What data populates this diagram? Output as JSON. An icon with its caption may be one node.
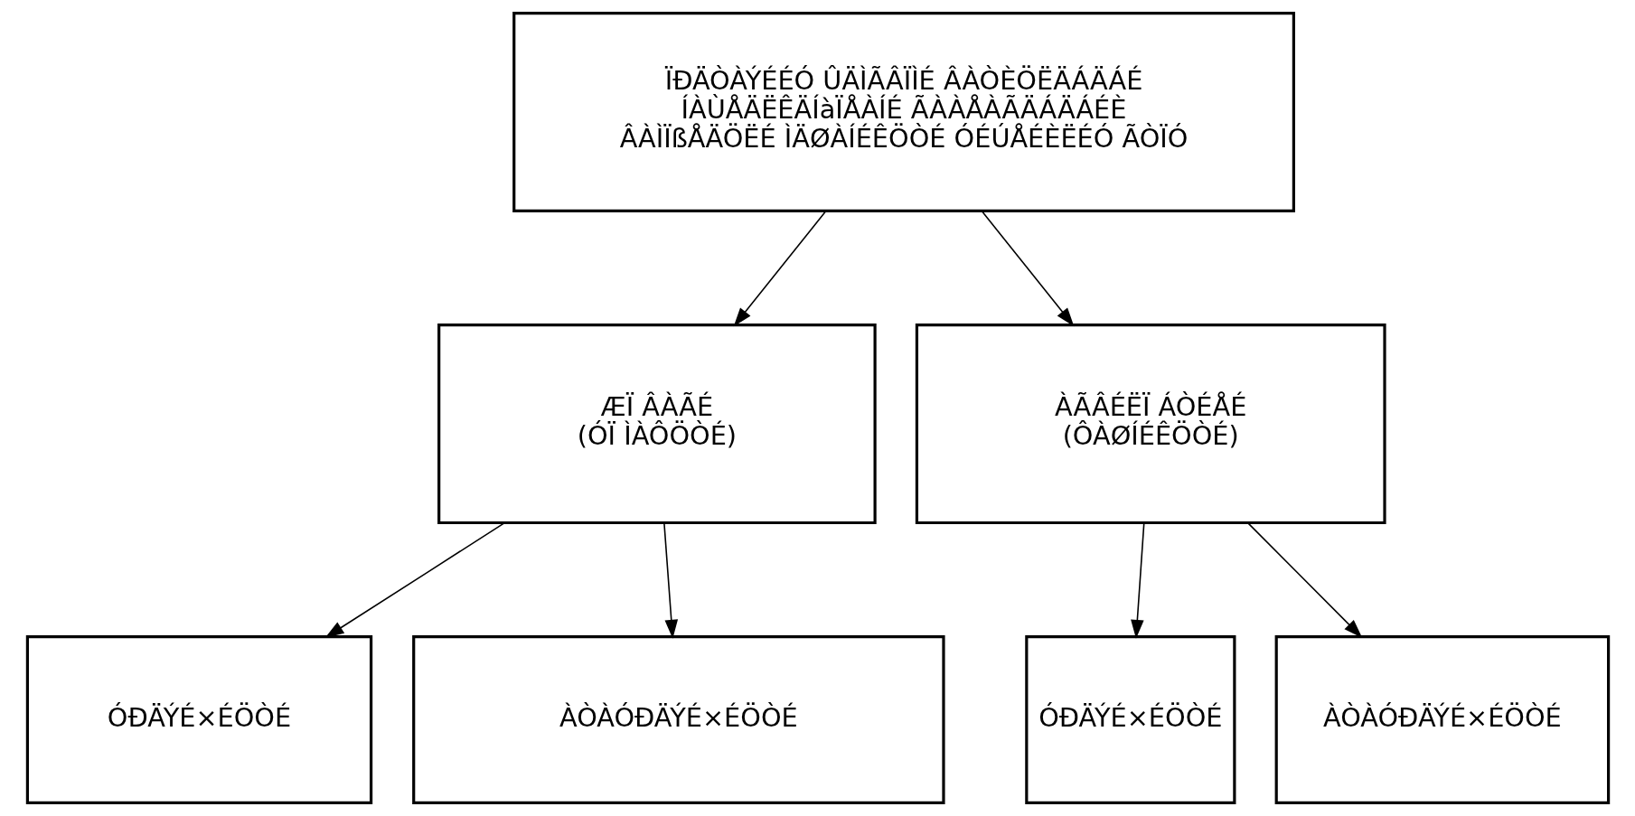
{
  "diagram": {
    "nodes": [
      {
        "text": [
          "ÏÐÄÒÀÝÉÉÓ ÛÄÌÃÂÏÌÉ ÂÀÒÈÖËÄÁÄÁÉ ÍÀÙÅÄËÊÄÍàÏÅÀÍÉ ÃÀÀÅÀÃÄÁÄÁÉÈ ÂÀÌÏßÅÄÖËÉ ÌÄØÀÍÉÊÖÒÉ ÓÉÚÅÉÈËÉÓ ÃÒÏÓ"
        ]
      },
      {
        "text": [
          "ÆÏ ÂÀÃÉ",
          "(ÓÏ ÌÀÔÖÒÉ)"
        ]
      },
      {
        "text": [
          "ÀÃÂÉËÏ ÁÒÉÅÉ",
          "(ÔÀØÍÉÊÖÒÉ)"
        ]
      },
      {
        "text": [
          "ÓÐÄÝÉ×ÉÖÒÉ"
        ]
      },
      {
        "text": [
          "ÀÒÀÓÐÄÝÉ×ÉÖÒÉ"
        ]
      },
      {
        "text": [
          "ÓÐÄÝÉ×ÉÖÒÉ"
        ]
      },
      {
        "text": [
          "ÀÒÀÓÐÄÝÉ×ÉÖÒÉ"
        ]
      }
    ],
    "edges": [
      {
        "from": 0,
        "to": 1,
        "arrow": "to"
      },
      {
        "from": 0,
        "to": 2,
        "arrow": "to"
      },
      {
        "from": 1,
        "to": 3,
        "arrow": "to"
      },
      {
        "from": 1,
        "to": 4,
        "arrow": "to"
      },
      {
        "from": 2,
        "to": 5,
        "arrow": "to"
      },
      {
        "from": 2,
        "to": 6,
        "arrow": "to"
      }
    ]
  }
}
